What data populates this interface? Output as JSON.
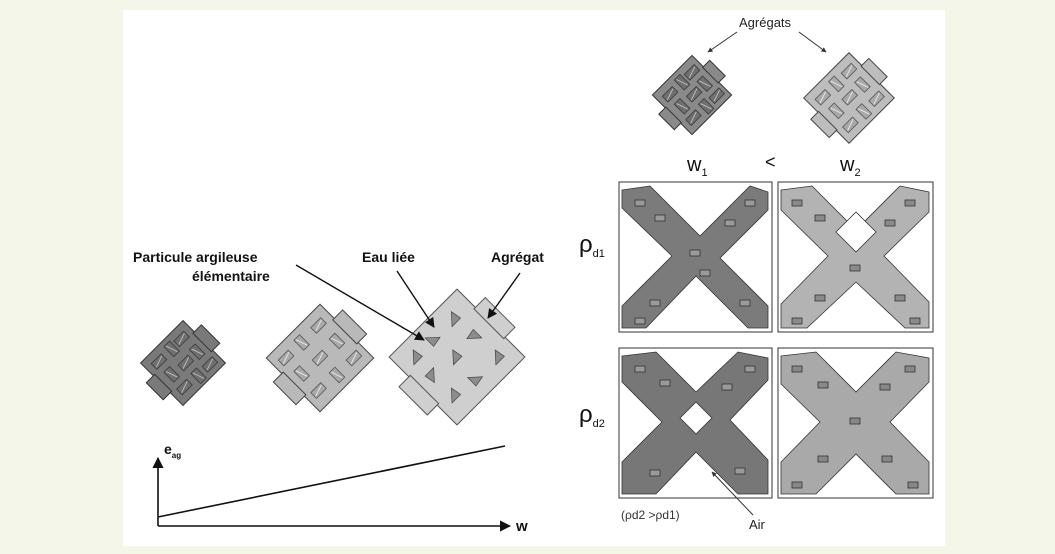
{
  "left": {
    "label_particle_line1": "Particule argileuse",
    "label_particle_line2": "élémentaire",
    "label_water": "Eau liée",
    "label_aggregate": "Agrégat",
    "axis_y": "e",
    "axis_y_sub": "ag",
    "axis_x": "w"
  },
  "right": {
    "label_aggregates": "Agrégats",
    "w1": "w",
    "w1_sub": "1",
    "less_than": "<",
    "w2": "w",
    "w2_sub": "2",
    "rho_d1": "ρ",
    "rho_d1_sub": "d1",
    "rho_d2": "ρ",
    "rho_d2_sub": "d2",
    "density_note": "(ρd2 >ρd1)",
    "air": "Air"
  },
  "colors": {
    "page_bg": "#f3f6e8",
    "panel_bg": "#ffffff",
    "dark_aggregate": "#7a7a7a",
    "light_aggregate": "#b9b9b9",
    "hydrated_aggregate": "#cfcfcf"
  }
}
